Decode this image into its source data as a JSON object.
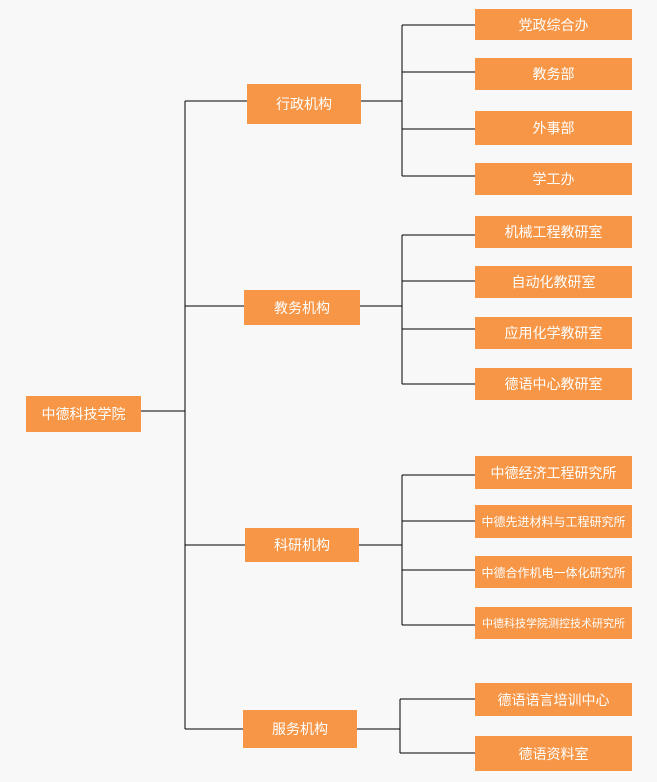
{
  "root": {
    "label": "中德科技学院"
  },
  "branches": [
    {
      "label": "行政机构",
      "children": [
        "党政综合办",
        "教务部",
        "外事部",
        "学工办"
      ]
    },
    {
      "label": "教务机构",
      "children": [
        "机械工程教研室",
        "自动化教研室",
        "应用化学教研室",
        "德语中心教研室"
      ]
    },
    {
      "label": "科研机构",
      "children": [
        "中德经济工程研究所",
        "中德先进材料与工程研究所",
        "中德合作机电一体化研究所",
        "中德科技学院测控技术研究所"
      ]
    },
    {
      "label": "服务机构",
      "children": [
        "德语语言培训中心",
        "德语资料室"
      ]
    }
  ],
  "colors": {
    "box": "#f79646",
    "line": "#000000",
    "background": "#f8f8f8"
  }
}
